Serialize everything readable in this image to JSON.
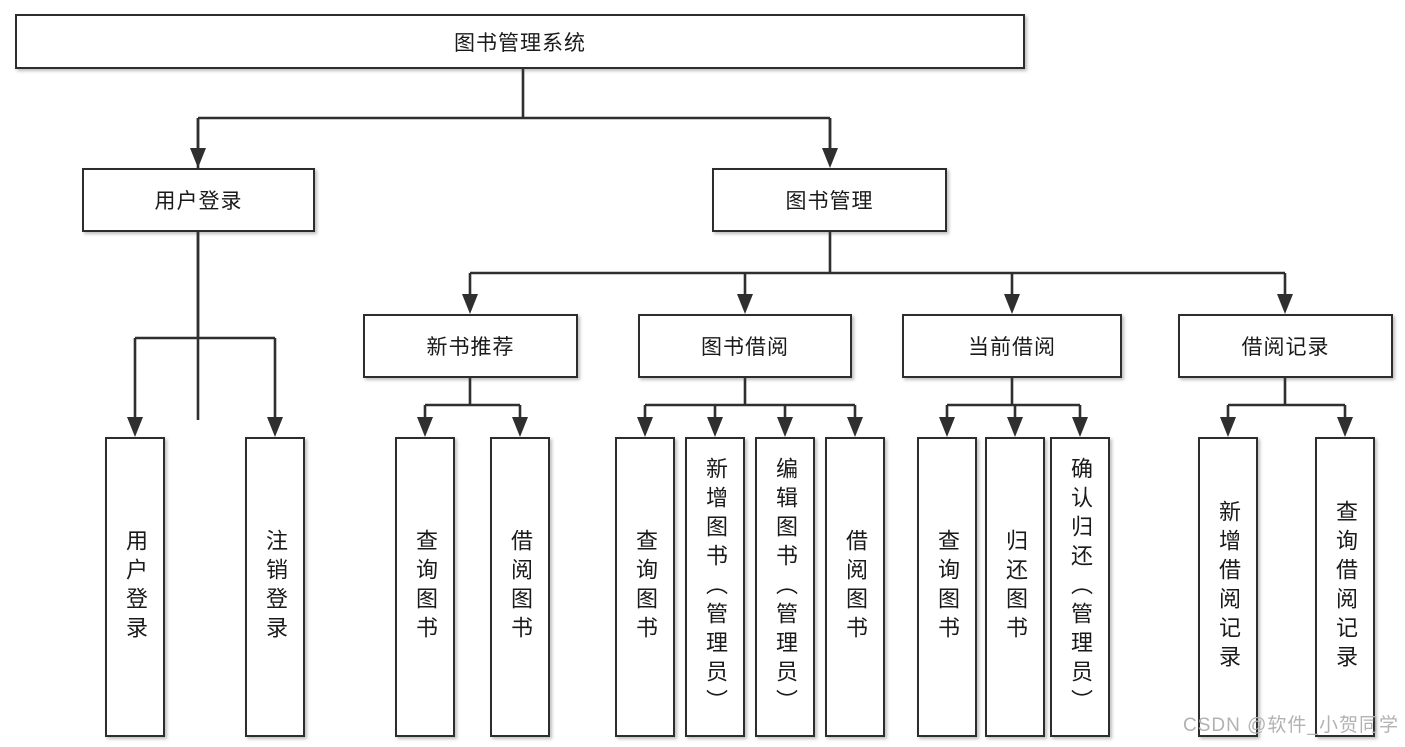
{
  "root": {
    "label": "图书管理系统"
  },
  "branches": {
    "user_login": {
      "label": "用户登录",
      "children": [
        {
          "label": "用户登录"
        },
        {
          "label": "注销登录"
        }
      ]
    },
    "book_mgmt": {
      "label": "图书管理",
      "sections": [
        {
          "label": "新书推荐",
          "children": [
            {
              "label": "查询图书"
            },
            {
              "label": "借阅图书"
            }
          ]
        },
        {
          "label": "图书借阅",
          "children": [
            {
              "label": "查询图书"
            },
            {
              "label": "新增图书（管理员）"
            },
            {
              "label": "编辑图书（管理员）"
            },
            {
              "label": "借阅图书"
            }
          ]
        },
        {
          "label": "当前借阅",
          "children": [
            {
              "label": "查询图书"
            },
            {
              "label": "归还图书"
            },
            {
              "label": "确认归还（管理员）"
            }
          ]
        },
        {
          "label": "借阅记录",
          "children": [
            {
              "label": "新增借阅记录"
            },
            {
              "label": "查询借阅记录"
            }
          ]
        }
      ]
    }
  },
  "watermark": {
    "text": "CSDN @软件_小贺同学"
  },
  "colors": {
    "line": "#2f2f2f",
    "box_border": "#2d2d2d",
    "text": "#1a1a1a",
    "watermark": "#b2b2b2",
    "background": "#ffffff"
  }
}
